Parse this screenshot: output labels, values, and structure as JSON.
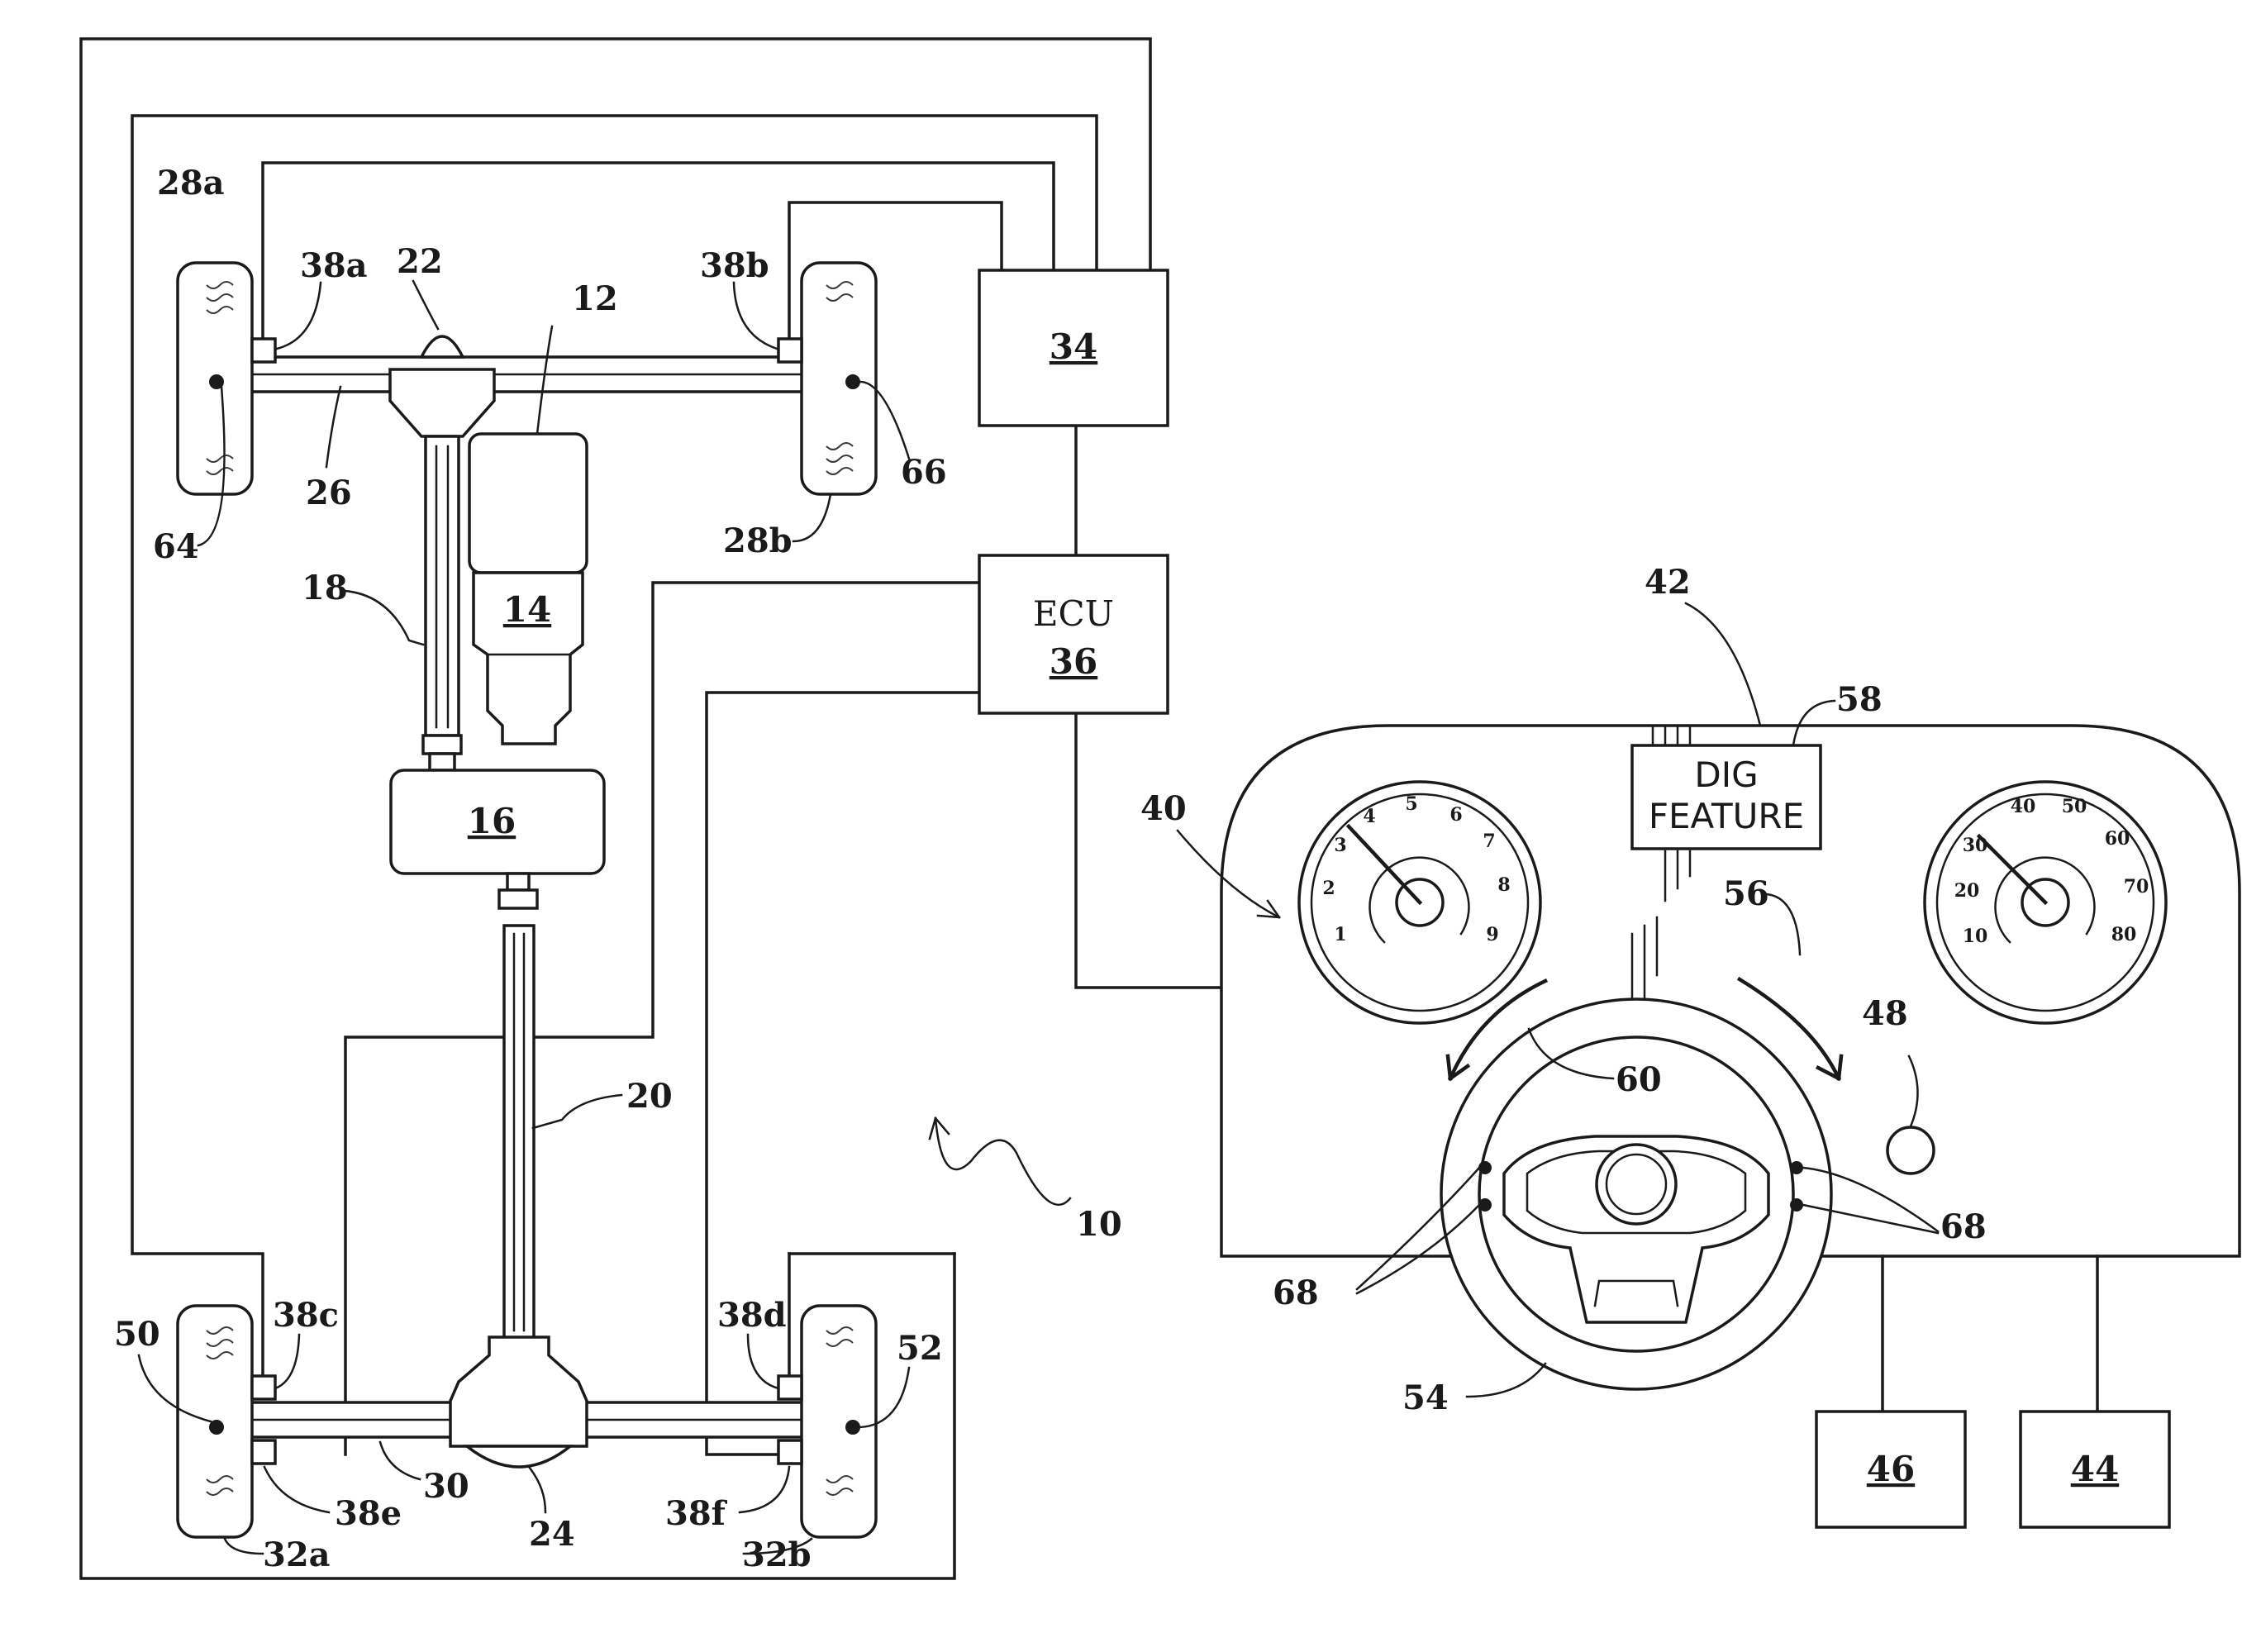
{
  "labels": {
    "l10": "10",
    "l12": "12",
    "l18": "18",
    "l20": "20",
    "l22": "22",
    "l24": "24",
    "l26": "26",
    "l28a": "28a",
    "l28b": "28b",
    "l30": "30",
    "l32a": "32a",
    "l32b": "32b",
    "l38a": "38a",
    "l38b": "38b",
    "l38c": "38c",
    "l38d": "38d",
    "l38e": "38e",
    "l38f": "38f",
    "l40": "40",
    "l42": "42",
    "l48": "48",
    "l50": "50",
    "l52": "52",
    "l54": "54",
    "l56": "56",
    "l58": "58",
    "l60": "60",
    "l64": "64",
    "l66": "66",
    "l68a": "68",
    "l68b": "68"
  },
  "boxes": {
    "b14": "14",
    "b16": "16",
    "b34": "34",
    "b36": "36",
    "b44": "44",
    "b46": "46",
    "ecu": "ECU",
    "dig_line1": "DIG",
    "dig_line2": "FEATURE"
  },
  "tachometer": {
    "numbers": [
      "1",
      "2",
      "3",
      "4",
      "5",
      "6",
      "7",
      "8",
      "9"
    ]
  },
  "speedometer": {
    "numbers": [
      "10",
      "20",
      "30",
      "40",
      "50",
      "60",
      "70",
      "80"
    ]
  }
}
